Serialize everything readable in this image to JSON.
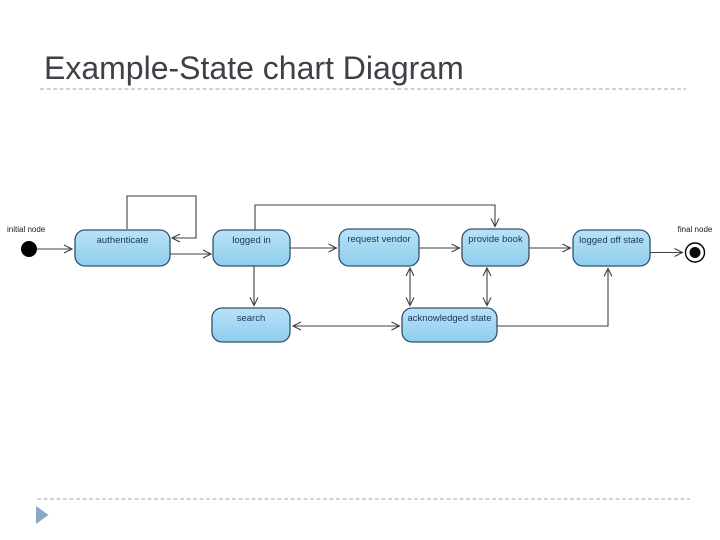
{
  "slide": {
    "title": "Example-State chart Diagram"
  },
  "diagram": {
    "type": "uml-state-chart",
    "initial_node_label": "initial node",
    "final_node_label": "final node",
    "states": {
      "authenticate": "authenticate",
      "logged_in": "logged in",
      "request_vendor": "request vendor",
      "provide_book": "provide book",
      "logged_off": "logged off state",
      "search": "search",
      "acknowledged": "acknowledged state"
    },
    "transitions": [
      {
        "from": "initial node",
        "to": "authenticate"
      },
      {
        "from": "authenticate",
        "to": "authenticate",
        "note": "self-loop"
      },
      {
        "from": "authenticate",
        "to": "logged in"
      },
      {
        "from": "logged in",
        "to": "request vendor"
      },
      {
        "from": "logged in",
        "to": "provide book",
        "note": "routed over top"
      },
      {
        "from": "logged in",
        "to": "search"
      },
      {
        "from": "request vendor",
        "to": "provide book"
      },
      {
        "from": "request vendor",
        "to": "acknowledged state",
        "bidirectional": true
      },
      {
        "from": "provide book",
        "to": "acknowledged state",
        "bidirectional": true
      },
      {
        "from": "provide book",
        "to": "logged off state"
      },
      {
        "from": "search",
        "to": "acknowledged state",
        "bidirectional": true
      },
      {
        "from": "acknowledged state",
        "to": "logged off state"
      },
      {
        "from": "logged off state",
        "to": "final node"
      }
    ],
    "colors": {
      "state_fill_top": "#b9e2f6",
      "state_fill_bottom": "#8fcdee",
      "state_border": "#31506e",
      "state_text": "#15375c",
      "edge_line": "#404040",
      "node_black": "#000000",
      "title_text": "#3f4147",
      "divider_gray": "#a3a8ae",
      "footer_arrow_blue": "#8ba6c7"
    }
  }
}
